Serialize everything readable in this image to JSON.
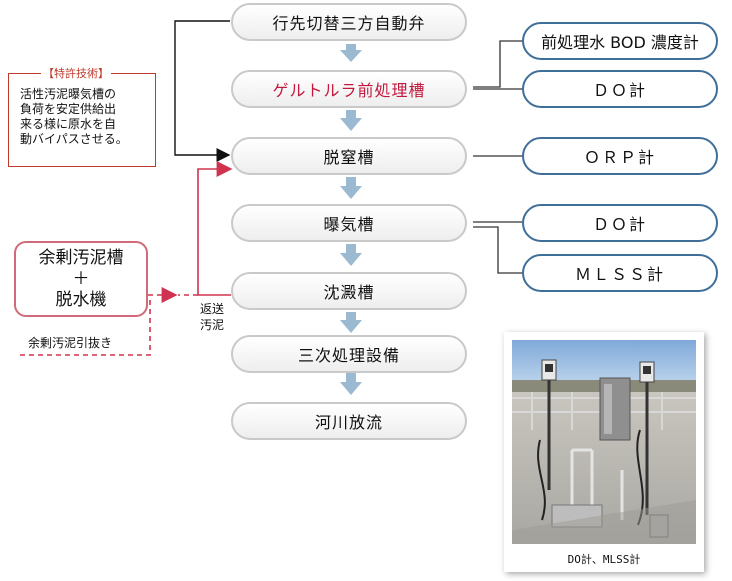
{
  "processes": [
    {
      "label": "行先切替三方自動弁"
    },
    {
      "label": "ゲルトルラ前処理槽"
    },
    {
      "label": "脱窒槽"
    },
    {
      "label": "曝気槽"
    },
    {
      "label": "沈澱槽"
    },
    {
      "label": "三次処理設備"
    },
    {
      "label": "河川放流"
    }
  ],
  "meters": [
    {
      "label": "前処理水 BOD 濃度計"
    },
    {
      "label": "ＤＯ計"
    },
    {
      "label": "ＯＲＰ計"
    },
    {
      "label": "ＤＯ計"
    },
    {
      "label": "ＭＬＳＳ計"
    }
  ],
  "patent": {
    "title": "【特許技術】",
    "lines": [
      "活性汚泥曝気槽の",
      "負荷を安定供給出",
      "来る様に原水を自",
      "動バイパスさせる。"
    ]
  },
  "sludge_tank": {
    "line1": "余剰汚泥槽",
    "plus": "＋",
    "line2": "脱水機"
  },
  "labels": {
    "excess_withdrawal": "余剰汚泥引抜き",
    "return_line1": "返送",
    "return_line2": "汚泥"
  },
  "photo": {
    "caption": "DO計、MLSS計"
  },
  "colors": {
    "arrow": "#9bb9d1",
    "meter_border": "#3f6e99",
    "red": "#c21a3f",
    "patent_border": "#c0392b"
  }
}
